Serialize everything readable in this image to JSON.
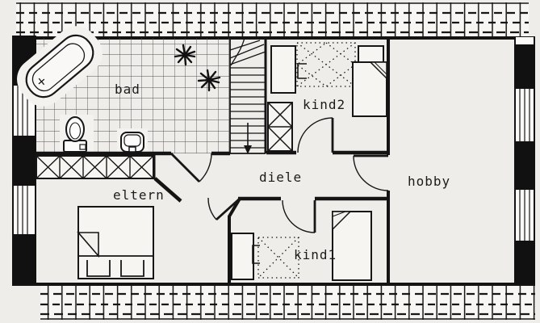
{
  "plan": {
    "type": "attic floor plan (scanned architectural drawing)",
    "rooms": [
      {
        "id": "bad",
        "label": "bad"
      },
      {
        "id": "kind2",
        "label": "kind2"
      },
      {
        "id": "diele",
        "label": "diele"
      },
      {
        "id": "hobby",
        "label": "hobby"
      },
      {
        "id": "eltern",
        "label": "eltern"
      },
      {
        "id": "kind1",
        "label": "kind1"
      }
    ],
    "fixtures": [
      "bathtub-icon",
      "toilet-icon",
      "sink-icon",
      "plant-icon",
      "stair-run-icon",
      "down-arrow-icon",
      "shaft-x-box-icon",
      "wardrobe-x-strip-icon",
      "double-bed-icon",
      "single-bed-icon",
      "wardrobe-icon",
      "carpet-icon"
    ],
    "colors": {
      "paper": "#efede9",
      "band": "#f7f6f3",
      "ink": "#161616",
      "tile_line": "#4f4f4f"
    }
  }
}
